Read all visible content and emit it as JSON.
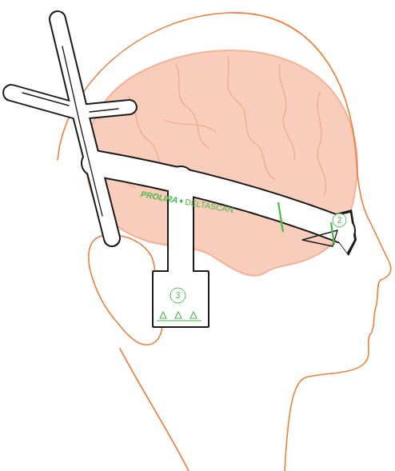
{
  "diagram": {
    "nodes": [
      {
        "text": [
          "2"
        ]
      },
      {
        "text": [
          "3"
        ]
      }
    ],
    "labels": [
      "PROLIRA",
      "DELTASCAN"
    ]
  }
}
